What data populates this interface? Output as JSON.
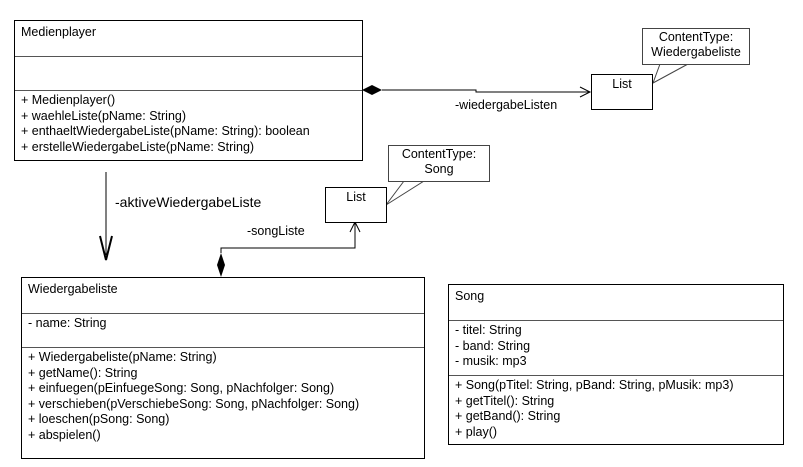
{
  "classes": {
    "medienplayer": {
      "name": "Medienplayer",
      "attributes": [],
      "methods": [
        "+ Medienplayer()",
        "+ waehleListe(pName: String)",
        "+ enthaeltWiedergabeListe(pName: String): boolean",
        "+ erstelleWiedergabeListe(pName: String)"
      ]
    },
    "wiedergabeliste": {
      "name": "Wiedergabeliste",
      "attributes": [
        "- name: String"
      ],
      "methods": [
        "+ Wiedergabeliste(pName: String)",
        "+ getName(): String",
        "+ einfuegen(pEinfuegeSong: Song, pNachfolger: Song)",
        "+ verschieben(pVerschiebeSong: Song, pNachfolger: Song)",
        "+ loeschen(pSong: Song)",
        "+ abspielen()"
      ]
    },
    "song": {
      "name": "Song",
      "attributes": [
        "- titel: String",
        "- band: String",
        "- musik: mp3"
      ],
      "methods": [
        "+ Song(pTitel: String, pBand: String, pMusik: mp3)",
        "+ getTitel(): String",
        "+ getBand(): String",
        "+ play()"
      ]
    }
  },
  "lists": {
    "list1": {
      "name": "List",
      "note_line1": "ContentType:",
      "note_line2": "Wiedergabeliste"
    },
    "list2": {
      "name": "List",
      "note_line1": "ContentType:",
      "note_line2": "Song"
    }
  },
  "associations": {
    "wiedergabeListen": "-wiedergabeListen",
    "aktiveWiedergabeListe": "-aktiveWiedergabeListe",
    "songListe": "-songListe"
  }
}
